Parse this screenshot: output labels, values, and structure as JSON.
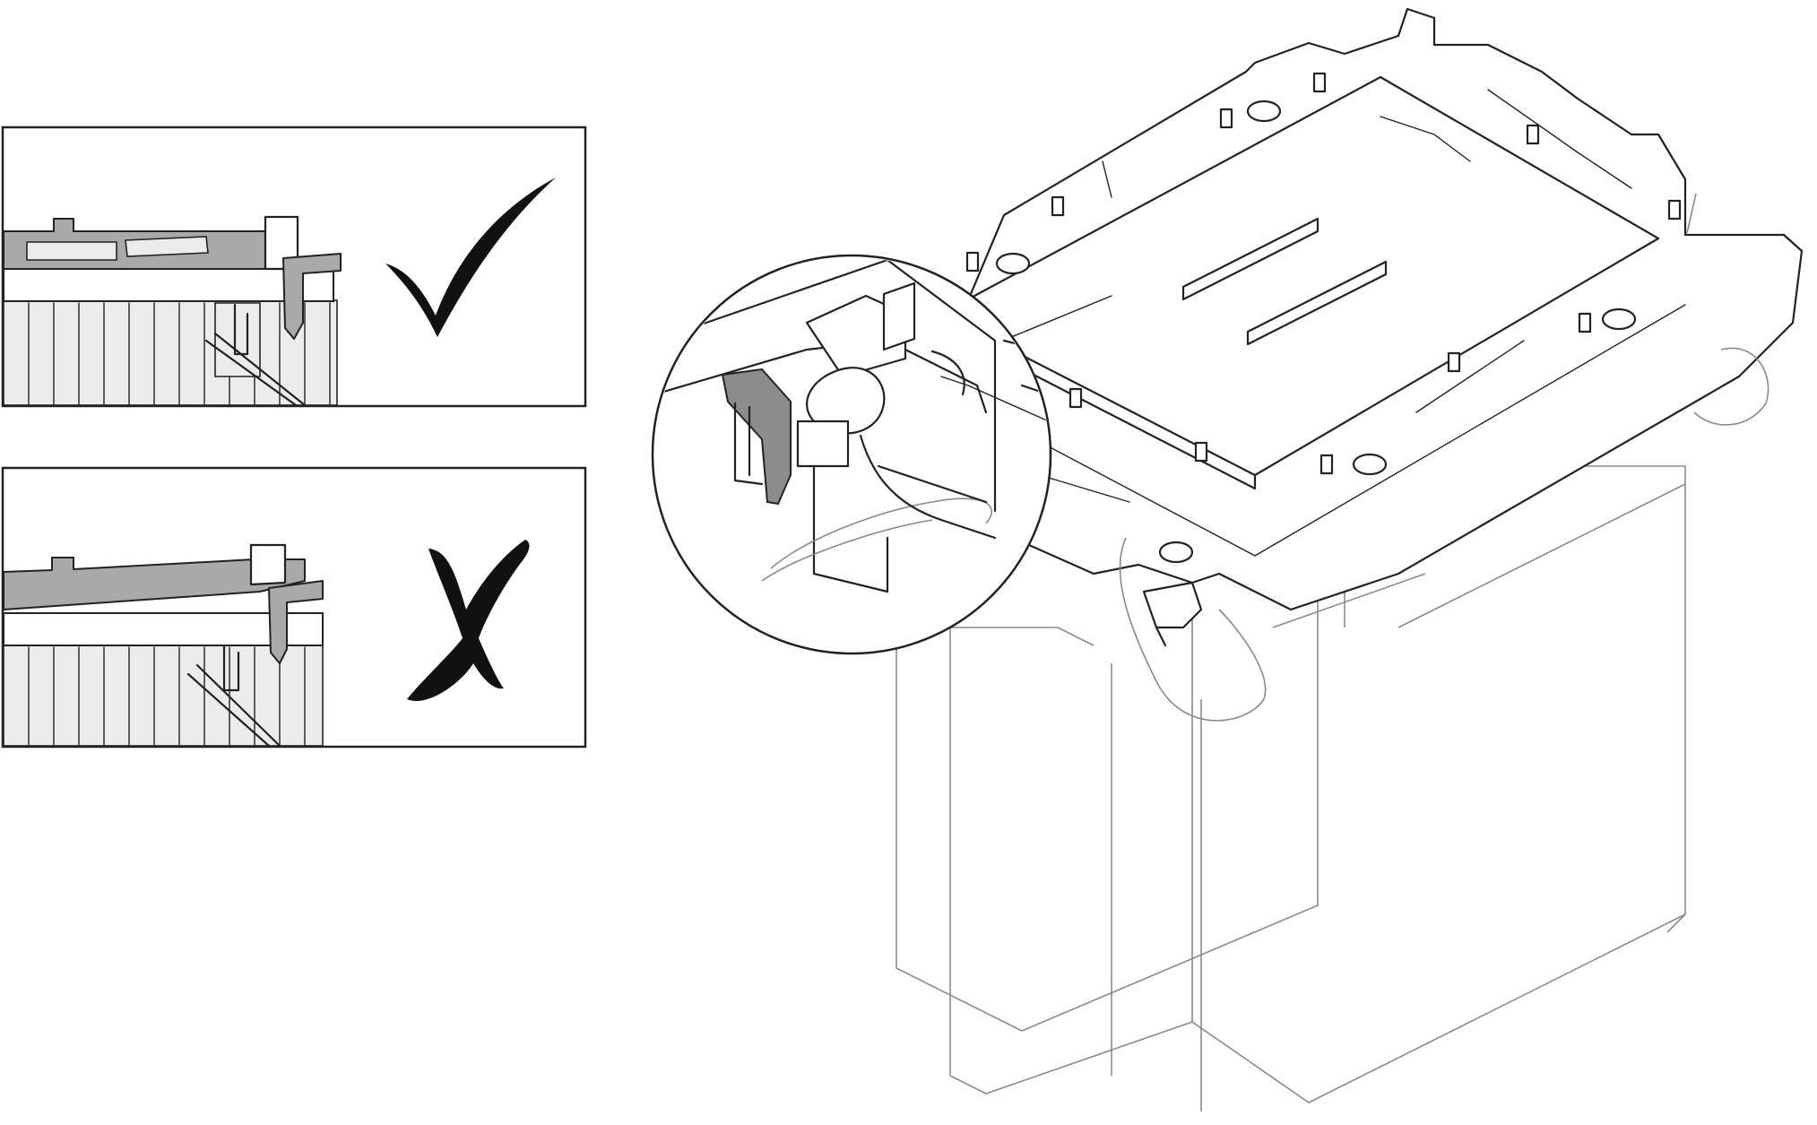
{
  "figure": {
    "panels": [
      {
        "id": "correct",
        "mark": "check-mark-icon"
      },
      {
        "id": "incorrect",
        "mark": "x-mark-icon"
      }
    ],
    "main_drawing": "processor-heat-sink-module",
    "callout": "latch-detail-magnifier"
  },
  "colors": {
    "line": "#222222",
    "highlight_gray": "#a9a9a9",
    "fin_fill": "#ececec",
    "background": "#ffffff"
  }
}
